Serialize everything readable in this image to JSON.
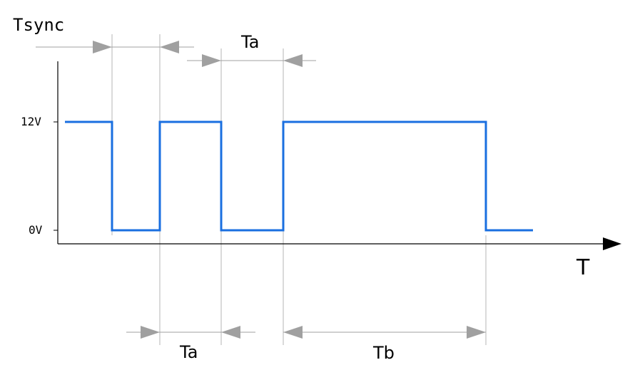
{
  "labels": {
    "tsync": "Tsync",
    "ta_top": "Ta",
    "ta_bottom": "Ta",
    "tb": "Tb",
    "volt_high": "12V",
    "volt_low": "0V",
    "time_axis": "T"
  },
  "colors": {
    "signal": "#1a6fe0",
    "guide": "#b4b4b4",
    "dim_arrow": "#a0a0a0",
    "axis": "#000000"
  },
  "signal": {
    "high_label": "12V",
    "low_label": "0V",
    "transitions": [
      {
        "level": "high",
        "duration": "",
        "note": ""
      },
      {
        "level": "low",
        "duration": "Tsync"
      },
      {
        "level": "high",
        "duration": "Ta"
      },
      {
        "level": "low",
        "duration": "Ta"
      },
      {
        "level": "high",
        "duration": "Tb"
      },
      {
        "level": "low",
        "duration": ""
      }
    ]
  }
}
